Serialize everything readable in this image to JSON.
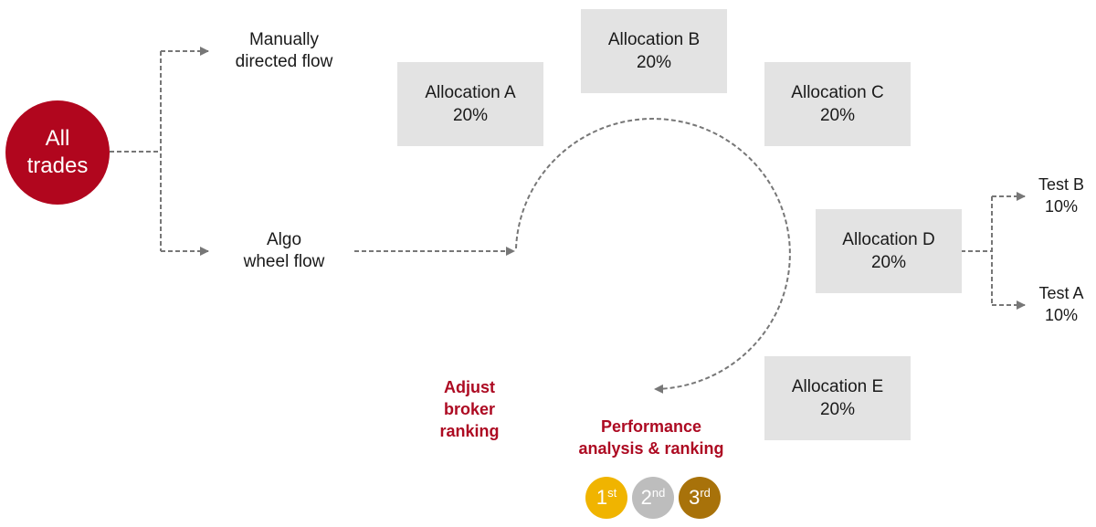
{
  "source": {
    "label_line1": "All",
    "label_line2": "trades",
    "color": "#b1061e"
  },
  "flows": {
    "manual": {
      "line1": "Manually",
      "line2": "directed flow"
    },
    "algo": {
      "line1": "Algo",
      "line2": "wheel flow"
    }
  },
  "allocations": [
    {
      "name": "Allocation A",
      "percent": "20%"
    },
    {
      "name": "Allocation B",
      "percent": "20%"
    },
    {
      "name": "Allocation C",
      "percent": "20%"
    },
    {
      "name": "Allocation D",
      "percent": "20%"
    },
    {
      "name": "Allocation E",
      "percent": "20%"
    }
  ],
  "tests": [
    {
      "name": "Test B",
      "percent": "10%"
    },
    {
      "name": "Test A",
      "percent": "10%"
    }
  ],
  "adjust": {
    "line1": "Adjust",
    "line2": "broker",
    "line3": "ranking"
  },
  "performance": {
    "line1": "Performance",
    "line2": "analysis & ranking"
  },
  "medals": [
    {
      "num": "1",
      "suffix": "st",
      "color": "#f0b400"
    },
    {
      "num": "2",
      "suffix": "nd",
      "color": "#bdbdbd"
    },
    {
      "num": "3",
      "suffix": "rd",
      "color": "#a8720a"
    }
  ],
  "colors": {
    "accent_red": "#ad0a22",
    "box_fill": "#e3e3e3",
    "connector": "#777777"
  }
}
